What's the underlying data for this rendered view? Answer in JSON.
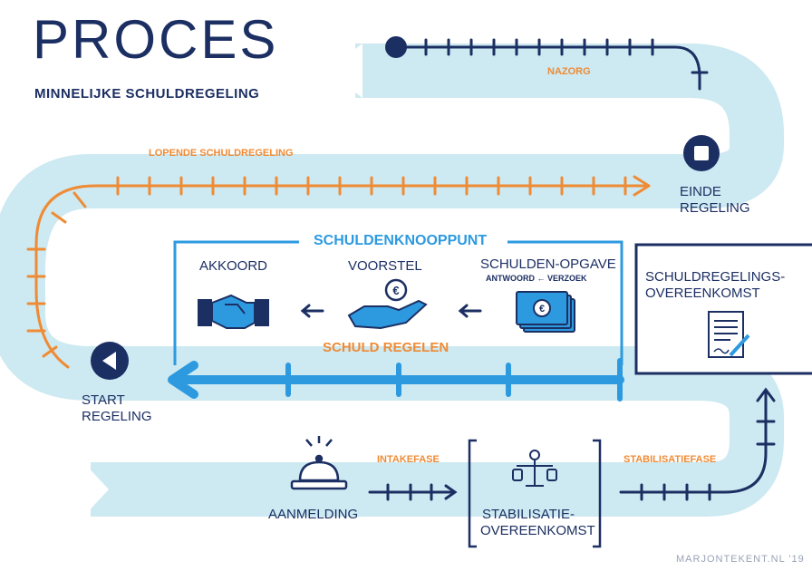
{
  "header": {
    "title": "PROCES",
    "subtitle": "MINNELIJKE SCHULDREGELING"
  },
  "labels": {
    "nazorg": "NAZORG",
    "lopende": "LOPENDE SCHULDREGELING",
    "einde_line1": "EINDE",
    "einde_line2": "REGELING",
    "start_line1": "START",
    "start_line2": "REGELING",
    "intakefase": "INTAKEFASE",
    "stabilisatiefase": "STABILISATIEFASE",
    "aanmelding": "AANMELDING",
    "stabilisatie_line1": "STABILISATIE-",
    "stabilisatie_line2": "OVEREENKOMST"
  },
  "knooppunt": {
    "title": "SCHULDENKNOOPPUNT",
    "akkoord": "AKKOORD",
    "voorstel": "VOORSTEL",
    "schulden_opgave": "SCHULDEN-OPGAVE",
    "antwoord_verzoek": "ANTWOORD ← VERZOEK",
    "schuld_regelen": "SCHULD REGELEN"
  },
  "overeenkomst": {
    "line1": "SCHULDREGELINGS-",
    "line2": "OVEREENKOMST"
  },
  "credit": "MARJONTEKENT.NL '19",
  "colors": {
    "band": "#cde9f1",
    "navy": "#1c2f63",
    "orange": "#ef8b35",
    "blue": "#2d9ae0"
  }
}
